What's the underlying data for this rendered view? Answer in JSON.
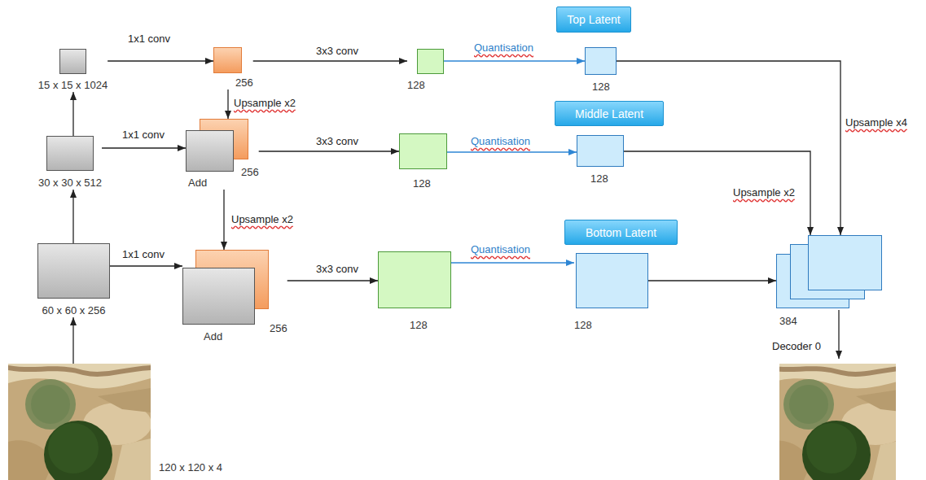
{
  "diagram": {
    "nodes": [
      {
        "text": [
          "15 x 15 x 1024"
        ]
      },
      {
        "text": [
          "256"
        ]
      },
      {
        "text": [
          "128"
        ]
      },
      {
        "text": [
          "Top Latent"
        ]
      },
      {
        "text": [
          "128"
        ]
      },
      {
        "text": [
          "30 x 30 x 512"
        ]
      },
      {
        "text": [
          "256",
          "Add"
        ]
      },
      {
        "text": [
          "128"
        ]
      },
      {
        "text": [
          "Middle Latent"
        ]
      },
      {
        "text": [
          "128"
        ]
      },
      {
        "text": [
          "60 x 60 x 256"
        ]
      },
      {
        "text": [
          "Add",
          "256"
        ]
      },
      {
        "text": [
          "128"
        ]
      },
      {
        "text": [
          "Bottom Latent"
        ]
      },
      {
        "text": [
          "128"
        ]
      },
      {
        "text": [
          "384"
        ]
      },
      {
        "text": [
          "120 x 120 x 4"
        ]
      }
    ],
    "edges": [
      {
        "from": 16,
        "to": 10,
        "arrow": "to"
      },
      {
        "from": 10,
        "to": 5,
        "arrow": "to"
      },
      {
        "from": 5,
        "to": 0,
        "arrow": "to"
      },
      {
        "from": 0,
        "to": 1,
        "label": "1x1 conv",
        "arrow": "to"
      },
      {
        "from": 1,
        "to": 2,
        "label": "3x3 conv",
        "arrow": "to"
      },
      {
        "from": 2,
        "to": 4,
        "label": "Quantisation",
        "arrow": "to"
      },
      {
        "from": 1,
        "to": 6,
        "label": "Upsample x2",
        "arrow": "to"
      },
      {
        "from": 5,
        "to": 6,
        "label": "1x1 conv",
        "arrow": "to"
      },
      {
        "from": 6,
        "to": 7,
        "label": "3x3 conv",
        "arrow": "to"
      },
      {
        "from": 7,
        "to": 9,
        "label": "Quantisation",
        "arrow": "to"
      },
      {
        "from": 6,
        "to": 11,
        "label": "Upsample x2",
        "arrow": "to"
      },
      {
        "from": 10,
        "to": 11,
        "label": "1x1 conv",
        "arrow": "to"
      },
      {
        "from": 11,
        "to": 12,
        "label": "3x3 conv",
        "arrow": "to"
      },
      {
        "from": 12,
        "to": 14,
        "label": "Quantisation",
        "arrow": "to"
      },
      {
        "from": 4,
        "to": 15,
        "label": "Upsample x4",
        "arrow": "to"
      },
      {
        "from": 9,
        "to": 15,
        "label": "Upsample x2",
        "arrow": "to"
      },
      {
        "from": 14,
        "to": 15,
        "arrow": "to"
      }
    ],
    "labels": [
      "Decoder 0"
    ]
  }
}
